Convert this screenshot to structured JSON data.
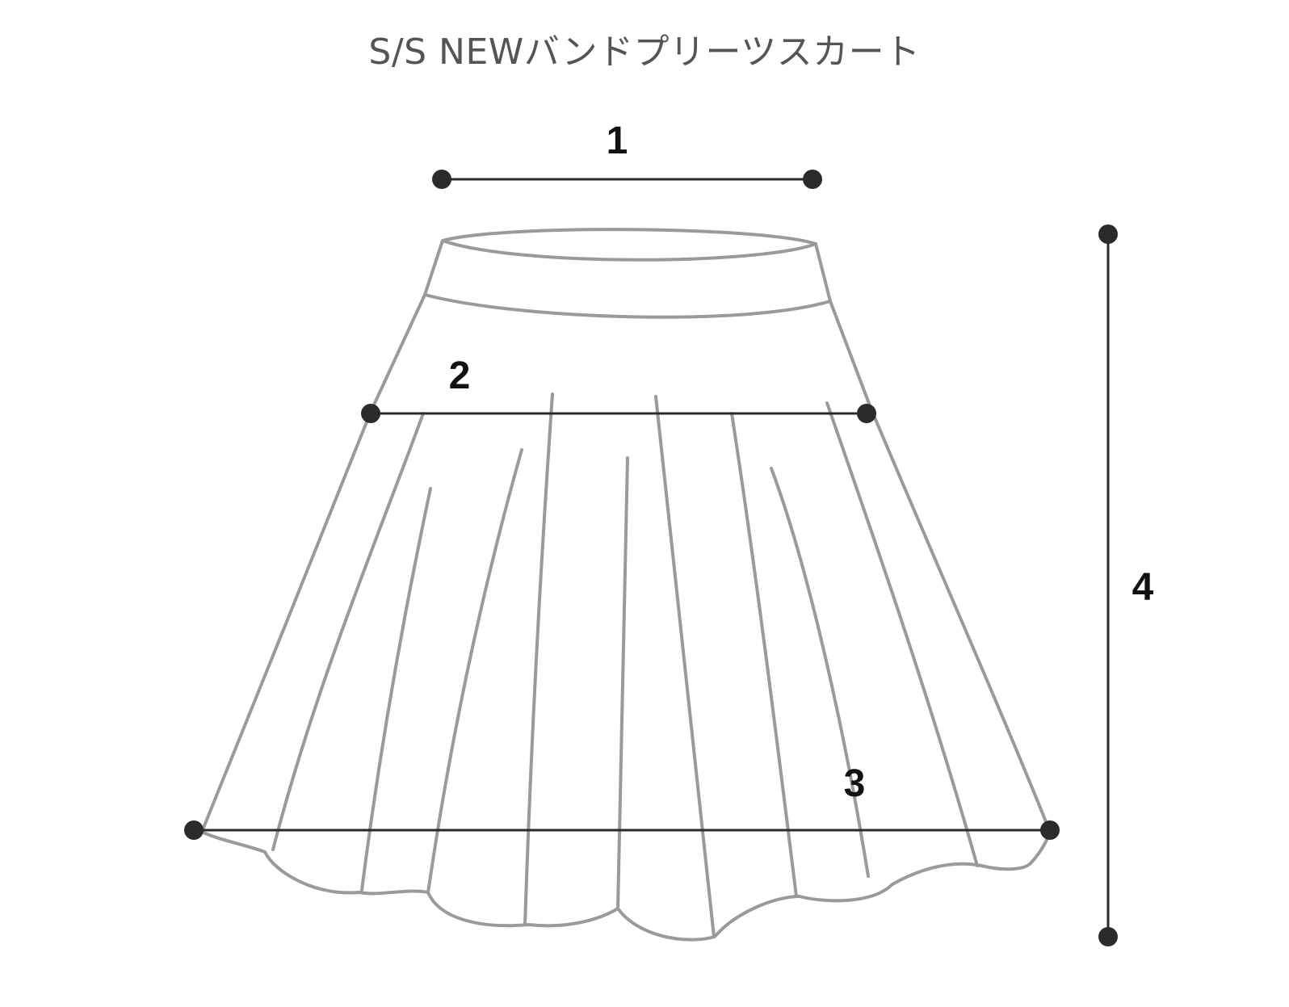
{
  "title": "S/S NEWバンドプリーツスカート",
  "measurements": [
    {
      "id": "waist",
      "label": "1"
    },
    {
      "id": "hip",
      "label": "2"
    },
    {
      "id": "hem",
      "label": "3"
    },
    {
      "id": "length",
      "label": "4"
    }
  ],
  "colors": {
    "title_text": "#555555",
    "skirt_outline": "#9a9a9a",
    "measure_line": "#2b2b2b",
    "label_text": "#111111"
  }
}
